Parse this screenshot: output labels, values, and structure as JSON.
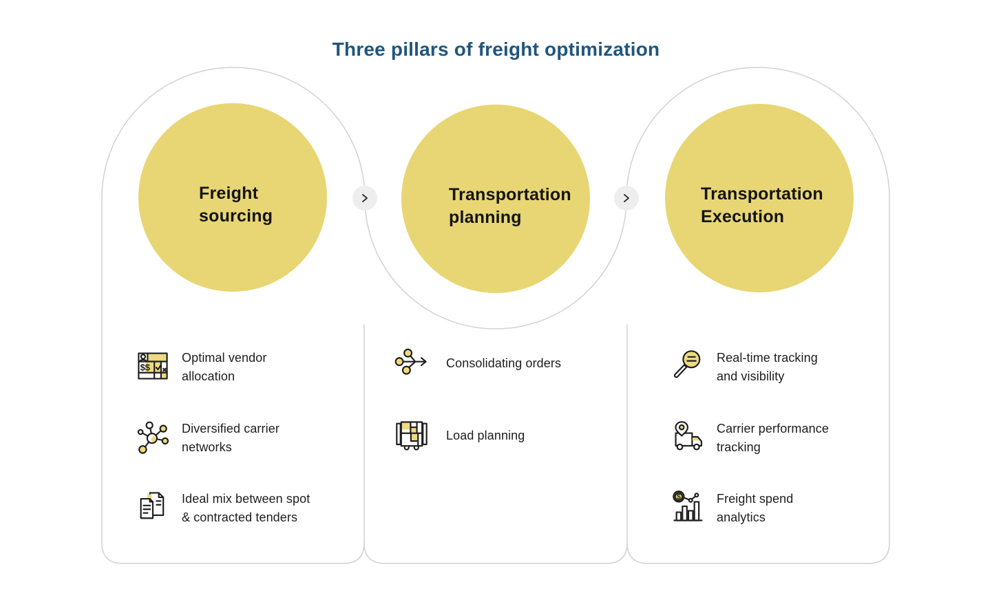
{
  "title": "Three pillars of freight optimization",
  "pillars": [
    {
      "id": "freight-sourcing",
      "label_line1": "Freight",
      "label_line2": "sourcing",
      "items": [
        {
          "icon": "vendor-allocation-table-icon",
          "text": "Optimal vendor allocation"
        },
        {
          "icon": "carrier-network-icon",
          "text": "Diversified carrier networks"
        },
        {
          "icon": "tender-documents-icon",
          "text": "Ideal mix between spot & contracted tenders"
        }
      ]
    },
    {
      "id": "transportation-planning",
      "label_line1": "Transportation",
      "label_line2": "planning",
      "items": [
        {
          "icon": "order-consolidation-icon",
          "text": "Consolidating orders"
        },
        {
          "icon": "load-planning-icon",
          "text": "Load planning"
        }
      ]
    },
    {
      "id": "transportation-execution",
      "label_line1": "Transportation",
      "label_line2": "Execution",
      "items": [
        {
          "icon": "tracking-magnifier-icon",
          "text": "Real-time tracking and visibility"
        },
        {
          "icon": "carrier-truck-pin-icon",
          "text": "Carrier performance tracking"
        },
        {
          "icon": "spend-analytics-icon",
          "text": "Freight spend analytics"
        }
      ]
    }
  ],
  "connectors": [
    {
      "icon": "chevron-right-icon"
    },
    {
      "icon": "chevron-right-icon"
    }
  ],
  "colors": {
    "accent_yellow": "#e8d674",
    "icon_yellow": "#eeda80",
    "title_blue": "#20567c",
    "outline_gray": "#d2d2d2",
    "connector_bg": "#eeeeee",
    "text_dark": "#1d1d1d"
  }
}
